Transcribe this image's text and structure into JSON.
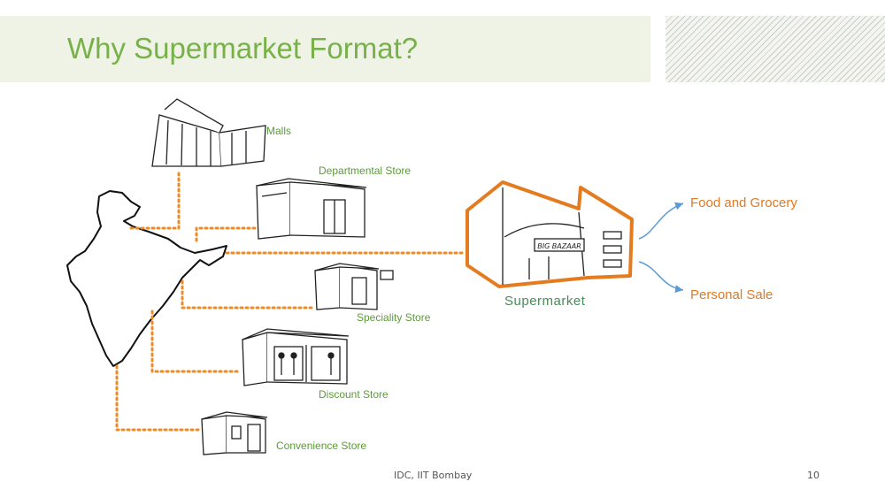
{
  "slide": {
    "title": "Why Supermarket Format?",
    "footer_center": "IDC, IIT Bombay",
    "page_number": "10"
  },
  "diagram": {
    "store_formats": [
      {
        "label": "Malls"
      },
      {
        "label": "Departmental Store"
      },
      {
        "label": "Speciality Store"
      },
      {
        "label": "Discount Store"
      },
      {
        "label": "Convenience Store"
      }
    ],
    "hub": {
      "label": "Supermarket",
      "sign_text": "BIG BAZAAR"
    },
    "outcomes": [
      {
        "label": "Food and Grocery"
      },
      {
        "label": "Personal Sale"
      }
    ],
    "colors": {
      "title": "#77b148",
      "labels": "#5c9a3a",
      "connector": "#f08a24",
      "outcome_text": "#e07a24",
      "arrow": "#5b9bd5"
    }
  }
}
